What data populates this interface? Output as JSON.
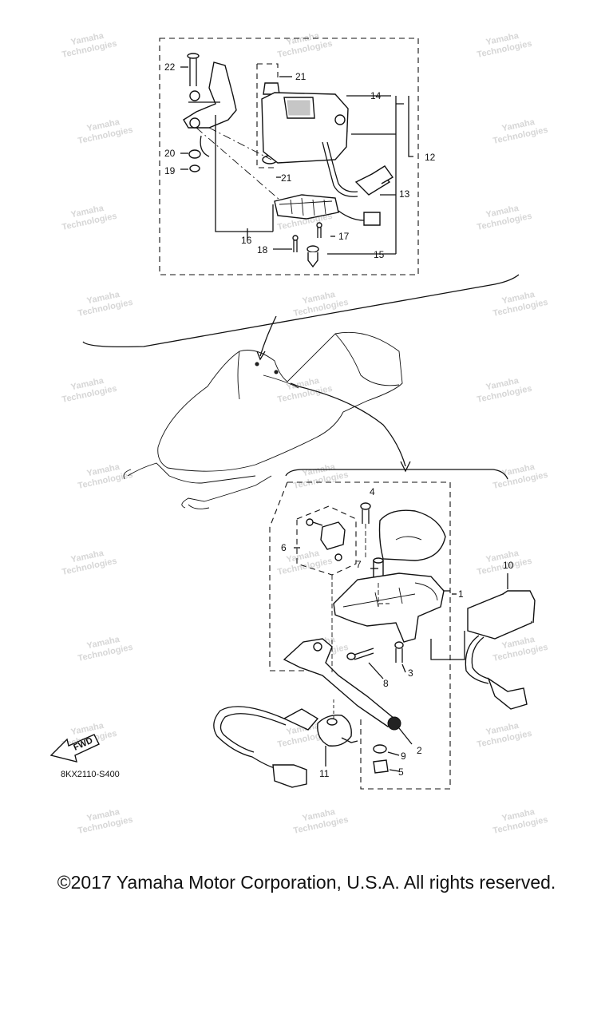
{
  "diagram": {
    "callouts": [
      "22",
      "21",
      "14",
      "20",
      "19",
      "21",
      "12",
      "13",
      "16",
      "17",
      "18",
      "15",
      "4",
      "6",
      "7",
      "1",
      "10",
      "8",
      "3",
      "2",
      "9",
      "5",
      "11"
    ],
    "drawing_code": "8KX2110-S400",
    "fwd_label": "FWD",
    "watermark_line1": "Yamaha",
    "watermark_line2": "Technologies"
  },
  "footer": {
    "copyright": "©2017 Yamaha Motor Corporation, U.S.A. All rights reserved."
  }
}
